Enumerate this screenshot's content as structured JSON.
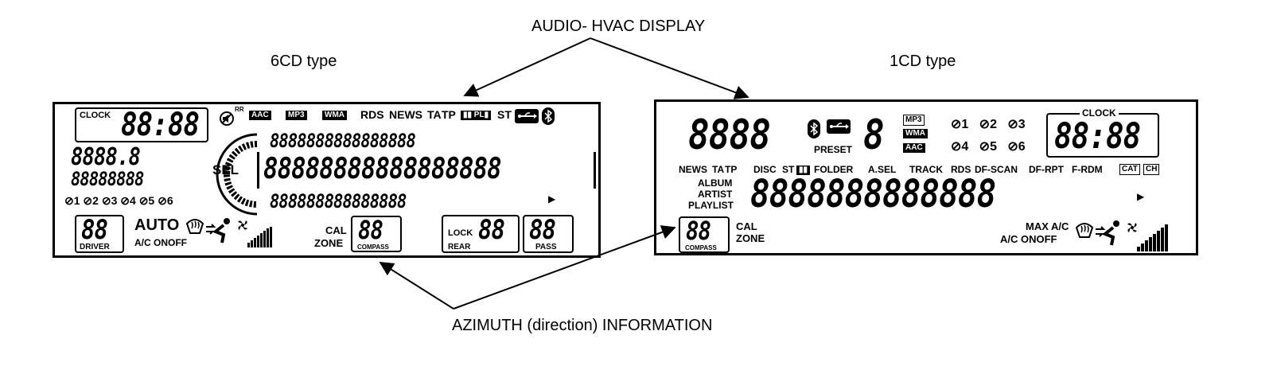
{
  "titles": {
    "main": "AUDIO- HVAC DISPLAY",
    "left": "6CD type",
    "right": "1CD type",
    "bottom": "AZIMUTH (direction) INFORMATION"
  },
  "left_panel": {
    "clock": "CLOCK",
    "clock_digits": "88:88",
    "rr": "RR",
    "tags": [
      "AAC",
      "MP3",
      "WMA"
    ],
    "labels": {
      "rds": "RDS",
      "news": "NEWS",
      "ta": "TA",
      "tp": "TP",
      "pl": "PL",
      "st": "ST"
    },
    "sel": "SEL",
    "seg_small1": "8888.8",
    "seg_small2": "88888888",
    "seg_row1": "8888888888888888",
    "seg_main": "88888888888888888",
    "seg_row3": "888888888888888",
    "discs": [
      "1",
      "2",
      "3",
      "4",
      "5",
      "6"
    ],
    "driver": {
      "digits": "88",
      "label": "DRIVER"
    },
    "auto": "AUTO",
    "ac_line": "A/C ONOFF",
    "cal_zone": {
      "cal": "CAL",
      "zone": "ZONE"
    },
    "compass": {
      "digits": "88",
      "label": "COMPASS"
    },
    "rear": {
      "lock": "LOCK",
      "digits": "88",
      "label": "REAR"
    },
    "pass": {
      "digits": "88",
      "label": "PASS"
    }
  },
  "right_panel": {
    "seg_top": "8888",
    "preset": "PRESET",
    "seg_single": "8",
    "tags": [
      "MP3",
      "WMA",
      "AAC"
    ],
    "discs": [
      "1",
      "2",
      "3",
      "4",
      "5",
      "6"
    ],
    "clock": "CLOCK",
    "clock_digits": "88:88",
    "labels": [
      "NEWS",
      "TA",
      "TP",
      "DISC",
      "ST",
      "FOLDER",
      "A.SEL",
      "TRACK",
      "RDS",
      "DF-SCAN",
      "DF-RPT",
      "F-RDM"
    ],
    "cat": "CAT",
    "ch": "CH",
    "album": "ALBUM",
    "artist": "ARTIST",
    "playlist": "PLAYLIST",
    "seg_main": "8888888888888",
    "compass": {
      "digits": "88",
      "label": "COMPASS"
    },
    "cal_zone": {
      "cal": "CAL",
      "zone": "ZONE"
    },
    "max_ac": "MAX A/C",
    "ac_line": "A/C ONOFF"
  }
}
